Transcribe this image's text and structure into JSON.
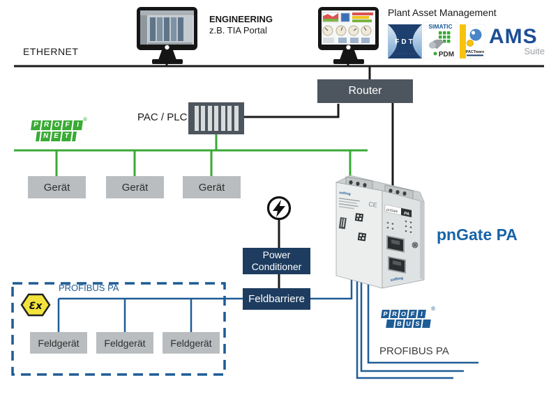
{
  "colors": {
    "profinet_green": "#3aaa35",
    "profibus_blue": "#1e5c96",
    "navy_box": "#1d3c5f",
    "slate_box": "#4d565e",
    "device_box_gray": "#b9bdbf",
    "pngate_blue": "#1863a8",
    "line_black": "#1a1a1a",
    "ex_yellow": "#f2e33c"
  },
  "top": {
    "ethernet_label": "ETHERNET",
    "engineering_title": "ENGINEERING",
    "engineering_subtitle": "z.B. TIA Portal",
    "pam_title": "Plant Asset Management",
    "logo_fdt": "FDT",
    "logo_simatic": "SIMATIC",
    "logo_pdm": "PDM",
    "logo_pactware": "PACTware",
    "logo_ams": "AMS",
    "logo_ams_suite": "Suite"
  },
  "network": {
    "router_label": "Router",
    "pac_label": "PAC / PLC",
    "profinet_logo": {
      "letters1": [
        "P",
        "R",
        "O",
        "F",
        "I"
      ],
      "letters2": [
        "N",
        "E",
        "T"
      ],
      "reg": "®"
    },
    "geraete": [
      {
        "label": "Gerät"
      },
      {
        "label": "Gerät"
      },
      {
        "label": "Gerät"
      }
    ]
  },
  "gateway": {
    "label": "pnGate PA",
    "brand": "softing",
    "model": "pnGate",
    "pa": "PA",
    "ce": "CE"
  },
  "field": {
    "power_line1": "Power",
    "power_line2": "Conditioner",
    "feldbarriere": "Feldbarriere",
    "ex_symbol": "Ɛx",
    "zone_bus_label": "PROFIBUS PA",
    "feldgeraete": [
      {
        "label": "Feldgerät"
      },
      {
        "label": "Feldgerät"
      },
      {
        "label": "Feldgerät"
      }
    ],
    "profibus_logo": {
      "letters1": [
        "P",
        "R",
        "O",
        "F",
        "I"
      ],
      "letters2": [
        "B",
        "U",
        "S"
      ],
      "reg": "®"
    },
    "segment_label": "PROFIBUS PA"
  }
}
